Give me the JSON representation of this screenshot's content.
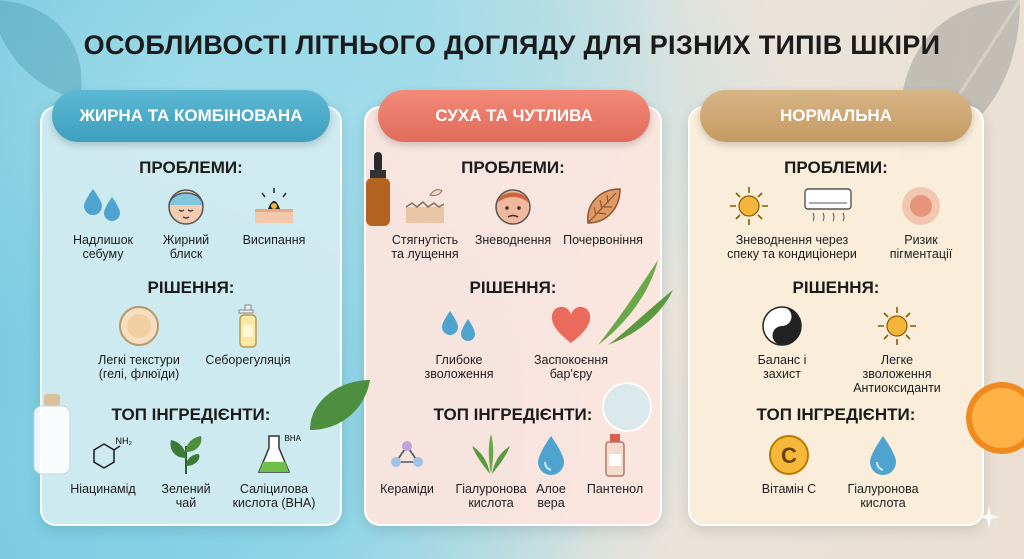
{
  "title": "ОСОБЛИВОСТІ ЛІТНЬОГО ДОГЛЯДУ ДЛЯ РІЗНИХ ТИПІВ ШКІРИ",
  "sections": {
    "problems": "ПРОБЛЕМИ:",
    "solutions": "РІШЕННЯ:",
    "ingredients": "ТОП ІНГРЕДІЄНТИ:"
  },
  "oily": {
    "header": "ЖИРНА ТА КОМБІНОВАНА",
    "problems": [
      "Надлишок\nсебуму",
      "Жирний\nблиск",
      "Висипання"
    ],
    "solutions": [
      "Легкі текстури\n(гелі, флюїди)",
      "Себорегуляція"
    ],
    "ingredients": [
      "Ніацинамід",
      "Зелений\nчай",
      "Саліцилова\nкислота (BHA)"
    ],
    "bha_label": "BHA",
    "nh2_label": "NH₂"
  },
  "dry": {
    "header": "СУХА ТА ЧУТЛИВА",
    "problems": [
      "Стягнутість\nта лущення",
      "Зневоднення",
      "Почервоніння"
    ],
    "solutions": [
      "Глибоке\nзволоження",
      "Заспокоєння\nбар'єру"
    ],
    "ingredients": [
      "Кераміди",
      "Гіалуронова\nкислота",
      "Алое\nвера",
      "Пантенол"
    ]
  },
  "normal": {
    "header": "НОРМАЛЬНА",
    "problems": [
      "Зневоднення через\nспеку та кондиціонери",
      "Ризик\nпігментації"
    ],
    "solutions": [
      "Баланс і\nзахист",
      "Легке\nзволоження\nАнтиоксиданти"
    ],
    "ingredients": [
      "Вітамін С",
      "Гіалуронова\nкислота"
    ],
    "vitc_label": "C"
  },
  "colors": {
    "oily_accent": "#4aa8c6",
    "dry_accent": "#e47462",
    "normal_accent": "#cba26d",
    "drop_blue": "#4fa3cf"
  }
}
